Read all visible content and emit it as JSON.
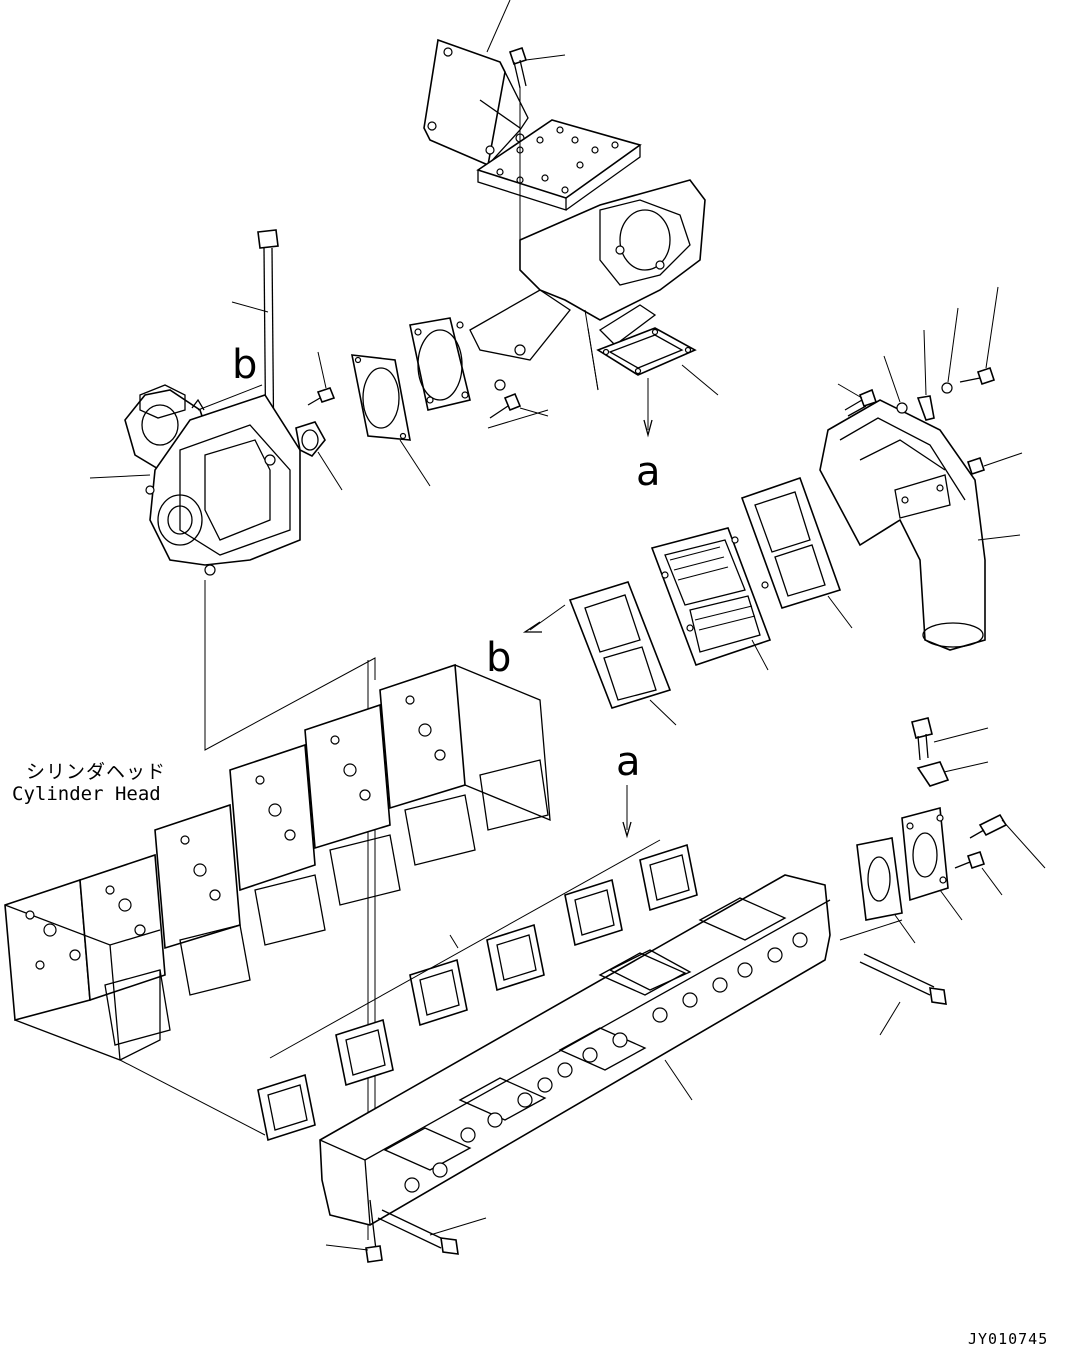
{
  "labels": {
    "ref_b_upper": "b",
    "ref_a_upper": "a",
    "ref_b_lower": "b",
    "ref_a_lower": "a",
    "part_name_jp": "シリンダヘッド",
    "part_name_en": "Cylinder Head",
    "drawing_code": "JY010745"
  },
  "colors": {
    "line": "#000000",
    "background": "#ffffff"
  }
}
